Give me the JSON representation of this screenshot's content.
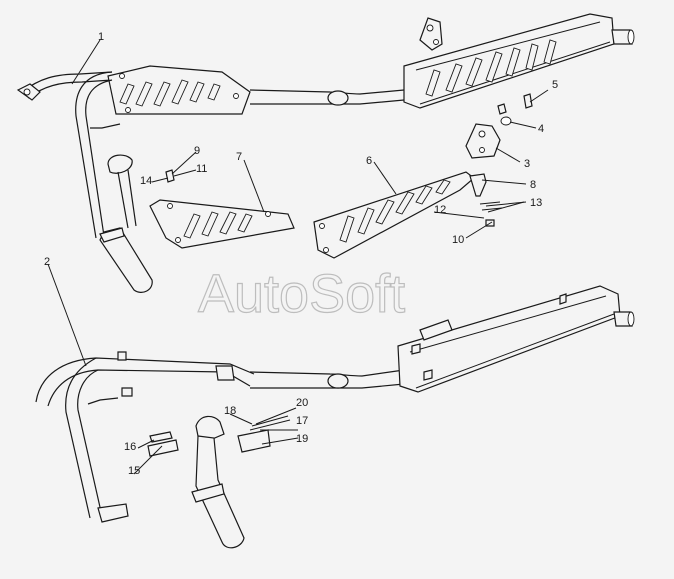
{
  "watermark": "AutoSoft",
  "callouts": [
    {
      "id": "c1",
      "text": "1"
    },
    {
      "id": "c2",
      "text": "2"
    },
    {
      "id": "c3",
      "text": "3"
    },
    {
      "id": "c4",
      "text": "4"
    },
    {
      "id": "c5",
      "text": "5"
    },
    {
      "id": "c6",
      "text": "6"
    },
    {
      "id": "c7",
      "text": "7"
    },
    {
      "id": "c8",
      "text": "8"
    },
    {
      "id": "c9",
      "text": "9"
    },
    {
      "id": "c10",
      "text": "10"
    },
    {
      "id": "c11",
      "text": "11"
    },
    {
      "id": "c12",
      "text": "12"
    },
    {
      "id": "c13",
      "text": "13"
    },
    {
      "id": "c14",
      "text": "14"
    },
    {
      "id": "c15",
      "text": "15"
    },
    {
      "id": "c16",
      "text": "16"
    },
    {
      "id": "c17",
      "text": "17"
    },
    {
      "id": "c18",
      "text": "18"
    },
    {
      "id": "c19",
      "text": "19"
    },
    {
      "id": "c20",
      "text": "20"
    }
  ]
}
